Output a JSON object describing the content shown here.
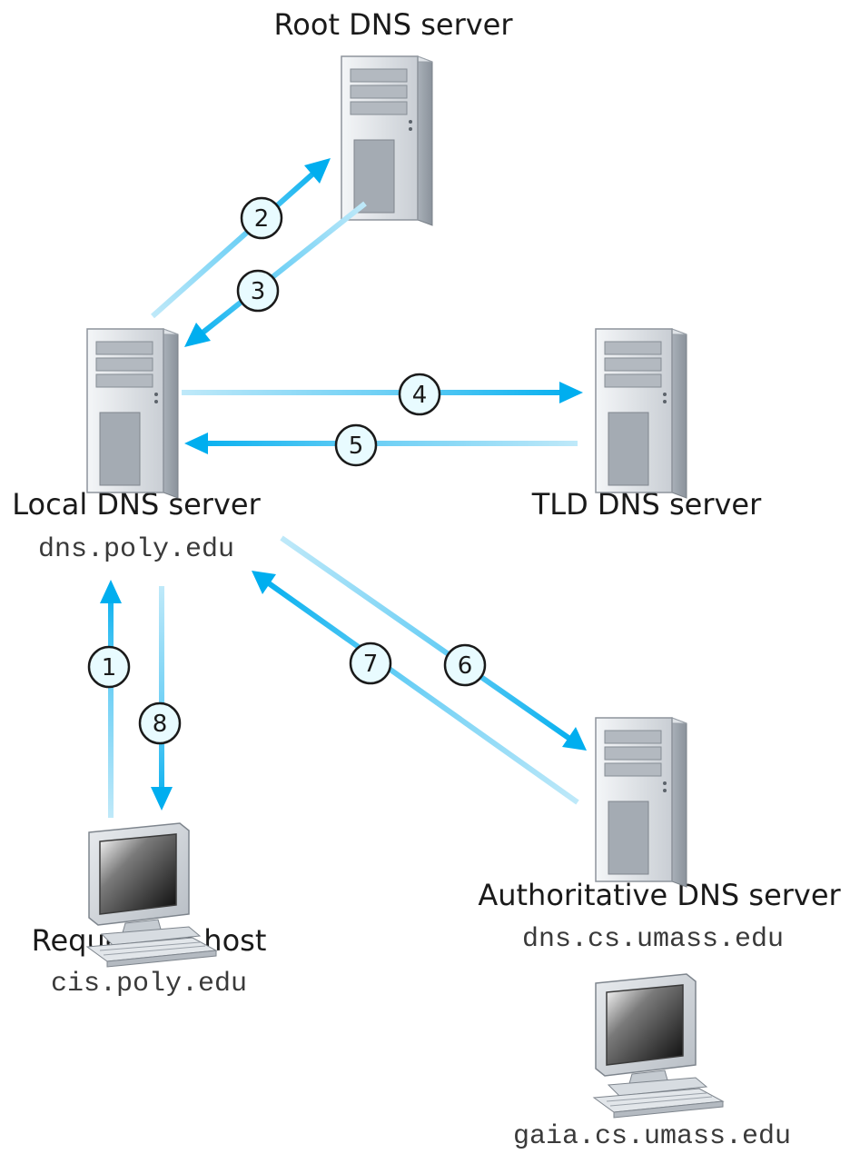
{
  "nodes": {
    "root": {
      "name": "Root DNS server"
    },
    "local": {
      "name": "Local DNS server",
      "host": "dns.poly.edu"
    },
    "tld": {
      "name": "TLD DNS server"
    },
    "authoritative": {
      "name": "Authoritative DNS server",
      "host": "dns.cs.umass.edu"
    },
    "requesting": {
      "name": "Requesting host",
      "host": "cis.poly.edu"
    },
    "target": {
      "host": "gaia.cs.umass.edu"
    }
  },
  "steps": [
    {
      "number": "1",
      "from": "requesting",
      "to": "local"
    },
    {
      "number": "2",
      "from": "local",
      "to": "root"
    },
    {
      "number": "3",
      "from": "root",
      "to": "local"
    },
    {
      "number": "4",
      "from": "local",
      "to": "tld"
    },
    {
      "number": "5",
      "from": "tld",
      "to": "local"
    },
    {
      "number": "6",
      "from": "local",
      "to": "authoritative"
    },
    {
      "number": "7",
      "from": "authoritative",
      "to": "local"
    },
    {
      "number": "8",
      "from": "local",
      "to": "requesting"
    }
  ],
  "colors": {
    "arrow": "#00aeef",
    "arrow_faded": "#bfe9f9",
    "step_fill": "#e8fbff",
    "text": "#1a1a1a"
  },
  "icons": {
    "server": "server-tower-icon",
    "computer": "desktop-computer-icon"
  }
}
